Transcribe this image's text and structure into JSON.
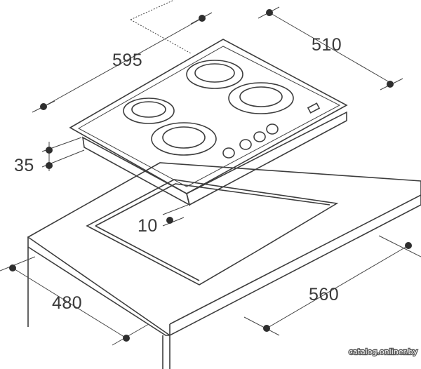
{
  "dimensions": {
    "width_top": "595",
    "depth_top": "510",
    "height": "35",
    "gap": "10",
    "cutout_depth": "480",
    "cutout_width": "560"
  },
  "watermark": "catalog.onliner.by",
  "colors": {
    "line": "#3d3d3d",
    "text": "#3a3a3a",
    "background": "#ffffff"
  }
}
